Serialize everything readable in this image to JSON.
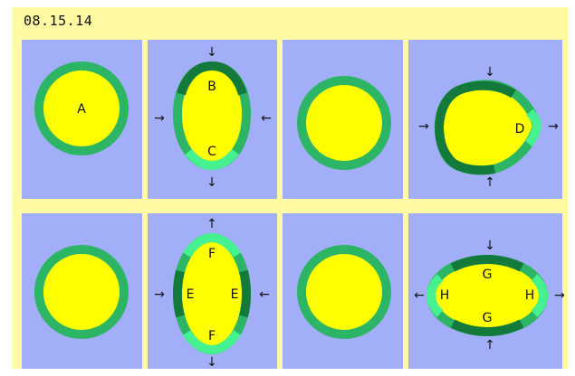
{
  "title": "08.15.14",
  "colors": {
    "frame": "#fff9a4",
    "panel": "#a3aef9",
    "fill": "#ffff00",
    "ring": "#2cb564",
    "ring_dark": "#147a3c",
    "ring_light": "#45f28f"
  },
  "labels": {
    "a": "A",
    "b": "B",
    "c": "C",
    "d": "D",
    "e": "E",
    "f": "F",
    "g": "G",
    "h": "H"
  },
  "arrows": {
    "down": "↓",
    "up": "↑",
    "right": "→",
    "left": "←"
  },
  "icons": [
    "arrow-down-icon",
    "arrow-up-icon",
    "arrow-right-icon",
    "arrow-left-icon"
  ]
}
